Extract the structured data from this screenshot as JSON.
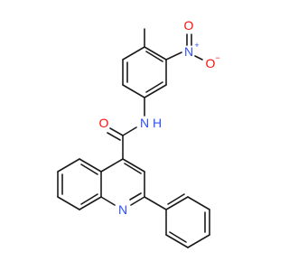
{
  "molecule": {
    "atoms": {
      "amide_oxygen": {
        "label": "O",
        "color": "#ff0d0d"
      },
      "amide_nitrogen": {
        "label": "N",
        "color": "#3050f8"
      },
      "amide_hydrogen": {
        "label": "H",
        "color": "#3050f8"
      },
      "nitro_nitrogen": {
        "label": "N",
        "color": "#3050f8",
        "charge": "+"
      },
      "nitro_oxygen_top": {
        "label": "O",
        "color": "#ff0d0d"
      },
      "nitro_oxygen_right": {
        "label": "O",
        "color": "#ff0d0d",
        "charge": "−"
      },
      "quinoline_nitrogen": {
        "label": "N",
        "color": "#3050f8"
      }
    },
    "bond_color": "#1a1a1a"
  }
}
